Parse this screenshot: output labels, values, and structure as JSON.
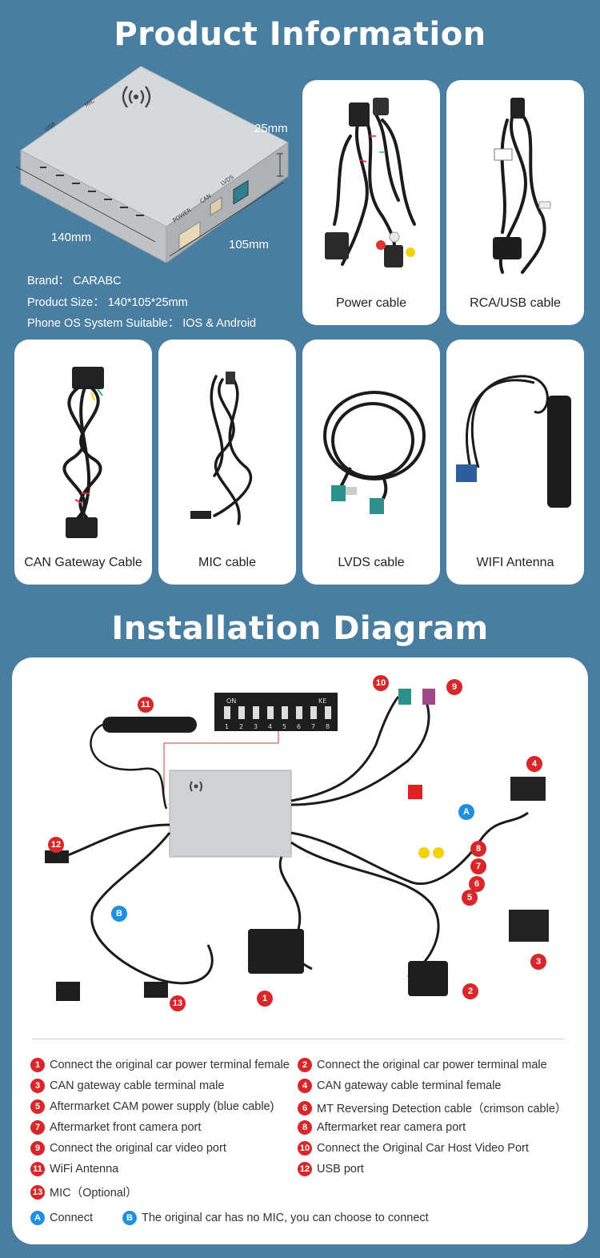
{
  "product_section": {
    "title": "Product Information",
    "dimensions": {
      "height": "25mm",
      "length": "140mm",
      "width": "105mm"
    },
    "device_labels": {
      "power": "POWER",
      "can": "CAN",
      "lvds": "LVDS",
      "usb": "USB",
      "mic": "MIC"
    },
    "specs": [
      "Brand： CARABC",
      "Product Size： 140*105*25mm",
      "Phone OS System Suitable： IOS & Android"
    ],
    "cards": [
      {
        "label": "Power cable"
      },
      {
        "label": "RCA/USB cable"
      },
      {
        "label": "CAN Gateway Cable"
      },
      {
        "label": "MIC cable"
      },
      {
        "label": "LVDS cable"
      },
      {
        "label": "WIFI Antenna"
      }
    ]
  },
  "installation_section": {
    "title": "Installation Diagram",
    "dip_switch": {
      "on_label": "ON",
      "ke_label": "KE",
      "numbers": [
        "1",
        "2",
        "3",
        "4",
        "5",
        "6",
        "7",
        "8"
      ]
    },
    "legend": [
      {
        "badge": "1",
        "text": "Connect the original car power terminal female"
      },
      {
        "badge": "2",
        "text": "Connect the original car power terminal male"
      },
      {
        "badge": "3",
        "text": "CAN gateway cable terminal male"
      },
      {
        "badge": "4",
        "text": "CAN gateway cable terminal female"
      },
      {
        "badge": "5",
        "text": "Aftermarket CAM power supply (blue cable)"
      },
      {
        "badge": "6",
        "text": "MT Reversing Detection cable（crimson cable）"
      },
      {
        "badge": "7",
        "text": "Aftermarket front camera port"
      },
      {
        "badge": "8",
        "text": "Aftermarket rear camera port"
      },
      {
        "badge": "9",
        "text": "Connect the original car video port"
      },
      {
        "badge": "10",
        "text": "Connect the Original Car Host Video Port"
      },
      {
        "badge": "11",
        "text": "WiFi Antenna"
      },
      {
        "badge": "12",
        "text": "USB port"
      },
      {
        "badge": "13",
        "text": "MIC（Optional）"
      }
    ],
    "notes": [
      {
        "badge": "A",
        "text": "Connect"
      },
      {
        "badge": "B",
        "text": "The original car has no MIC, you can choose to connect"
      }
    ]
  },
  "colors": {
    "background": "#4a7ea1",
    "badge_red": "#d8262b",
    "badge_blue": "#1f8fe0"
  }
}
